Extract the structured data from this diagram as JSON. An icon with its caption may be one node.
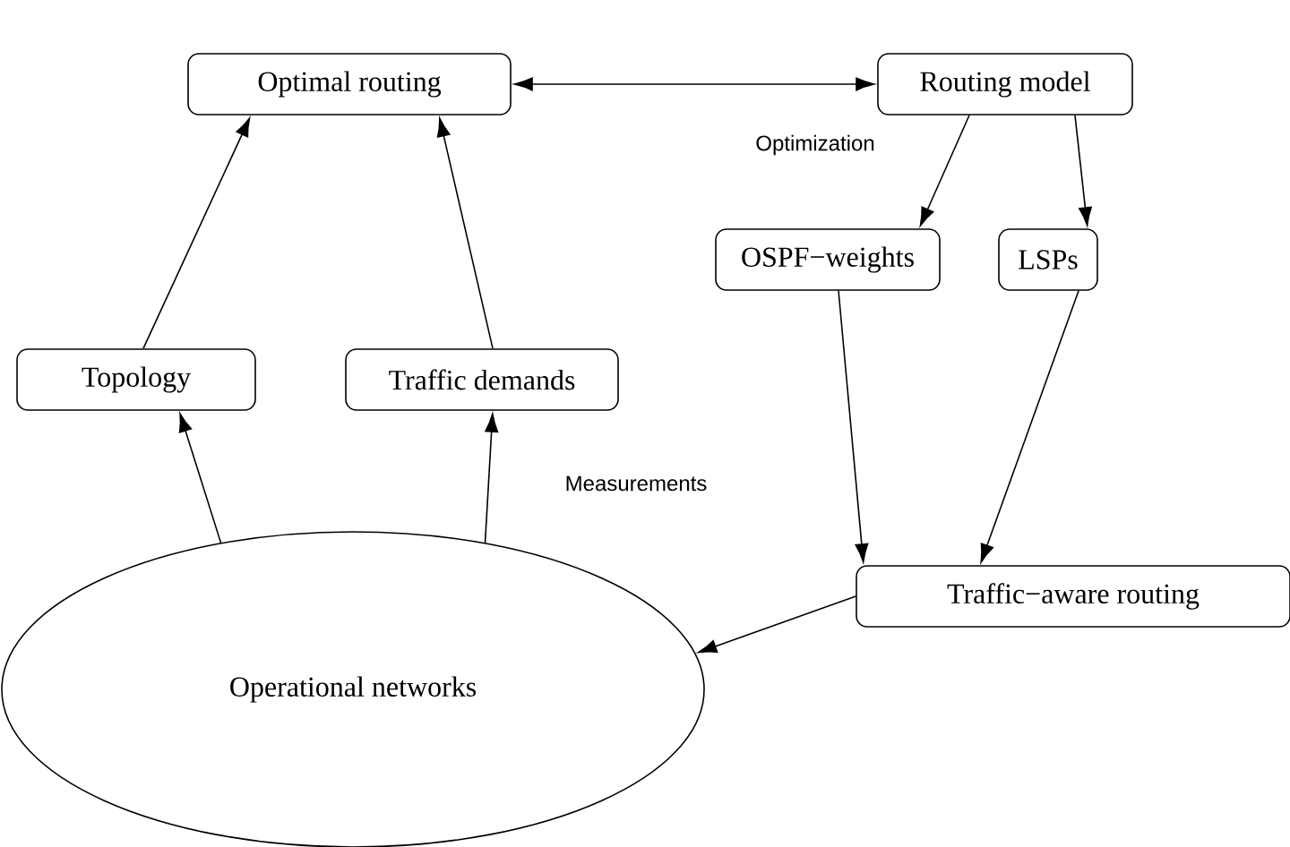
{
  "diagram": {
    "nodes": [
      {
        "text": [
          "Optimal routing"
        ]
      },
      {
        "text": [
          "Routing model"
        ]
      },
      {
        "text": [
          "OSPF−weights"
        ]
      },
      {
        "text": [
          "LSPs"
        ]
      },
      {
        "text": [
          "Topology"
        ]
      },
      {
        "text": [
          "Traffic demands"
        ]
      },
      {
        "text": [
          "Traffic−aware routing"
        ]
      },
      {
        "text": [
          "Operational networks"
        ]
      }
    ],
    "edges": [
      {
        "from": 0,
        "to": 1,
        "arrow": "both"
      },
      {
        "from": 1,
        "to": 2,
        "arrow": "to",
        "label": "Optimization"
      },
      {
        "from": 1,
        "to": 3,
        "arrow": "to"
      },
      {
        "from": 2,
        "to": 6,
        "arrow": "to"
      },
      {
        "from": 3,
        "to": 6,
        "arrow": "to"
      },
      {
        "from": 6,
        "to": 7,
        "arrow": "to"
      },
      {
        "from": 7,
        "to": 4,
        "arrow": "to"
      },
      {
        "from": 7,
        "to": 5,
        "arrow": "to",
        "label": "Measurements"
      },
      {
        "from": 4,
        "to": 0,
        "arrow": "to"
      },
      {
        "from": 5,
        "to": 0,
        "arrow": "to"
      }
    ]
  }
}
